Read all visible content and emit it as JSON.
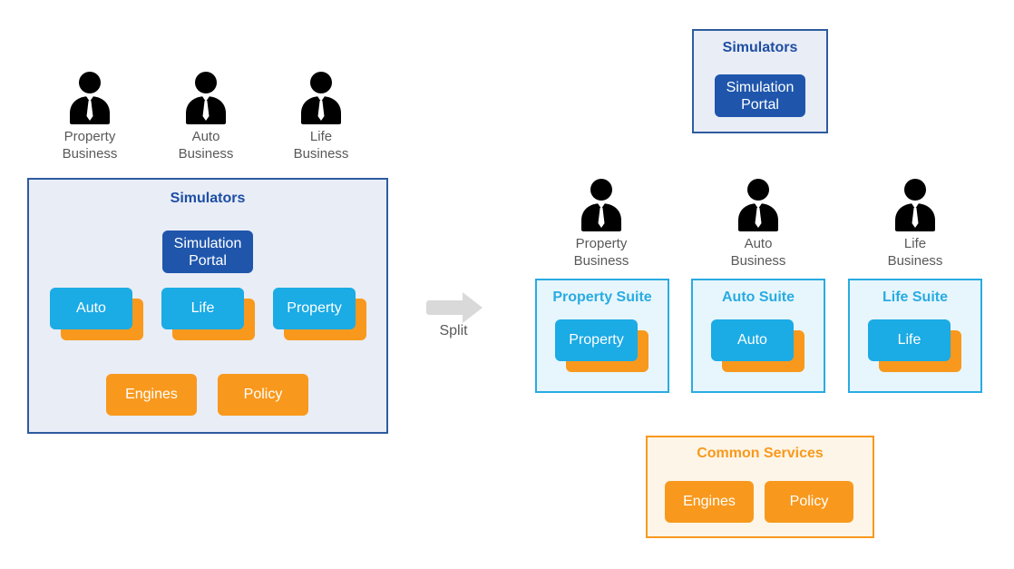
{
  "left": {
    "actors": [
      {
        "line1": "Property",
        "line2": "Business"
      },
      {
        "line1": "Auto",
        "line2": "Business"
      },
      {
        "line1": "Life",
        "line2": "Business"
      }
    ],
    "monolith": {
      "title": "Simulators",
      "portal_line1": "Simulation",
      "portal_line2": "Portal",
      "apps": [
        "Auto",
        "Life",
        "Property"
      ],
      "services": [
        "Engines",
        "Policy"
      ]
    }
  },
  "split": {
    "label": "Split"
  },
  "right": {
    "simulators": {
      "title": "Simulators",
      "portal_line1": "Simulation",
      "portal_line2": "Portal"
    },
    "actors": [
      {
        "line1": "Property",
        "line2": "Business"
      },
      {
        "line1": "Auto",
        "line2": "Business"
      },
      {
        "line1": "Life",
        "line2": "Business"
      }
    ],
    "suites": [
      {
        "title": "Property Suite",
        "app": "Property"
      },
      {
        "title": "Auto Suite",
        "app": "Auto"
      },
      {
        "title": "Life Suite",
        "app": "Life"
      }
    ],
    "common_services": {
      "title": "Common Services",
      "services": [
        "Engines",
        "Policy"
      ]
    }
  },
  "colors": {
    "portal_blue": "#1f56ac",
    "panel_blue_bg": "#e9edf6",
    "panel_blue_border": "#2e5b9f",
    "title_blue": "#1d4ea3",
    "app_cyan": "#1babe5",
    "suite_border_cyan": "#29abe2",
    "suite_bg": "#e7f6fd",
    "service_orange": "#f8991d",
    "common_services_bg": "#fdf5e7",
    "actor_text_gray": "#595959",
    "arrow_gray": "#d9d9d9"
  },
  "icons": {
    "person": "person-icon",
    "arrow": "right-arrow-icon"
  }
}
